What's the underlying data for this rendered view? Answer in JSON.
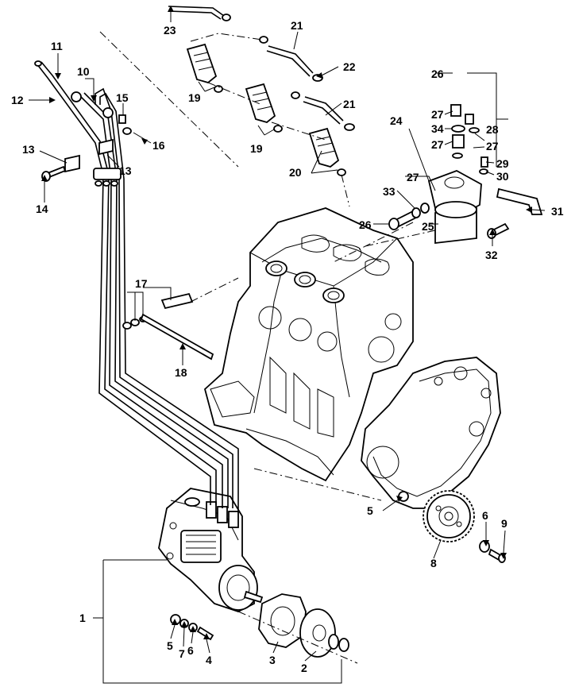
{
  "diagram": {
    "callouts": [
      {
        "id": "c1",
        "text": "1"
      },
      {
        "id": "c2",
        "text": "2"
      },
      {
        "id": "c3",
        "text": "3"
      },
      {
        "id": "c4",
        "text": "4"
      },
      {
        "id": "c5a",
        "text": "5"
      },
      {
        "id": "c5b",
        "text": "5"
      },
      {
        "id": "c6a",
        "text": "6"
      },
      {
        "id": "c6b",
        "text": "6"
      },
      {
        "id": "c7",
        "text": "7"
      },
      {
        "id": "c8",
        "text": "8"
      },
      {
        "id": "c9",
        "text": "9"
      },
      {
        "id": "c10",
        "text": "10"
      },
      {
        "id": "c11",
        "text": "11"
      },
      {
        "id": "c12",
        "text": "12"
      },
      {
        "id": "c13a",
        "text": "13"
      },
      {
        "id": "c13b",
        "text": "13"
      },
      {
        "id": "c14",
        "text": "14"
      },
      {
        "id": "c15",
        "text": "15"
      },
      {
        "id": "c16",
        "text": "16"
      },
      {
        "id": "c17",
        "text": "17"
      },
      {
        "id": "c18",
        "text": "18"
      },
      {
        "id": "c19a",
        "text": "19"
      },
      {
        "id": "c19b",
        "text": "19"
      },
      {
        "id": "c20",
        "text": "20"
      },
      {
        "id": "c21a",
        "text": "21"
      },
      {
        "id": "c21b",
        "text": "21"
      },
      {
        "id": "c22",
        "text": "22"
      },
      {
        "id": "c23",
        "text": "23"
      },
      {
        "id": "c24",
        "text": "24"
      },
      {
        "id": "c25",
        "text": "25"
      },
      {
        "id": "c26a",
        "text": "26"
      },
      {
        "id": "c26b",
        "text": "26"
      },
      {
        "id": "c27a",
        "text": "27"
      },
      {
        "id": "c27b",
        "text": "27"
      },
      {
        "id": "c27c",
        "text": "27"
      },
      {
        "id": "c27d",
        "text": "27"
      },
      {
        "id": "c28",
        "text": "28"
      },
      {
        "id": "c29",
        "text": "29"
      },
      {
        "id": "c30",
        "text": "30"
      },
      {
        "id": "c31",
        "text": "31"
      },
      {
        "id": "c32",
        "text": "32"
      },
      {
        "id": "c33",
        "text": "33"
      },
      {
        "id": "c34",
        "text": "34"
      }
    ]
  }
}
